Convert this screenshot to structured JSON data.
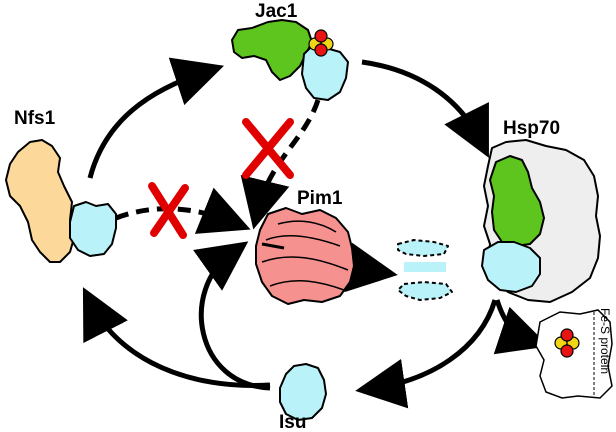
{
  "labels": {
    "jac1": "Jac1",
    "nfs1": "Nfs1",
    "hsp70": "Hsp70",
    "pim1": "Pim1",
    "isu": "Isu",
    "fes_protein": "Fe-S protein"
  },
  "colors": {
    "jac1": "#5ec51f",
    "nfs1": "#fcd99a",
    "isu": "#b9f2f8",
    "pim1": "#f59290",
    "hsp70": "#eeeeee",
    "fe": "#e81313",
    "s": "#f2d515",
    "block": "#e00000"
  }
}
